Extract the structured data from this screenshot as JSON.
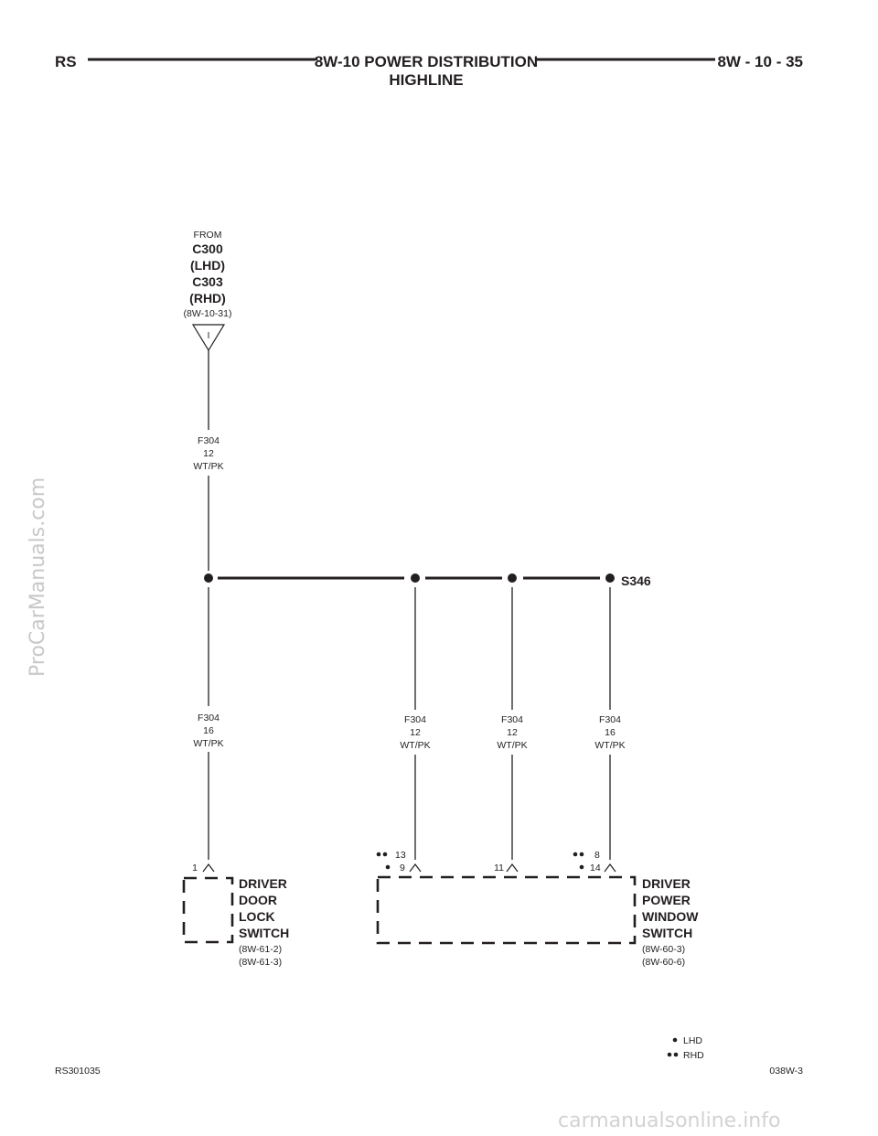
{
  "header": {
    "left": "RS",
    "title_line1": "8W-10 POWER DISTRIBUTION",
    "title_line2": "HIGHLINE",
    "right": "8W - 10 - 35"
  },
  "source": {
    "from": "FROM",
    "line1": "C300",
    "line2": "(LHD)",
    "line3": "C303",
    "line4": "(RHD)",
    "ref": "(8W-10-31)",
    "pin": "I"
  },
  "wires": {
    "top": {
      "circuit": "F304",
      "gauge": "12",
      "color": "WT/PK"
    },
    "w1": {
      "circuit": "F304",
      "gauge": "16",
      "color": "WT/PK"
    },
    "w2": {
      "circuit": "F304",
      "gauge": "12",
      "color": "WT/PK"
    },
    "w3": {
      "circuit": "F304",
      "gauge": "12",
      "color": "WT/PK"
    },
    "w4": {
      "circuit": "F304",
      "gauge": "16",
      "color": "WT/PK"
    }
  },
  "splice": {
    "label": "S346"
  },
  "pins": {
    "door_lock": "1",
    "w2_rhd": "13",
    "w2_lhd": "9",
    "w3": "11",
    "w4_rhd": "8",
    "w4_lhd": "14"
  },
  "components": {
    "door_lock": {
      "l1": "DRIVER",
      "l2": "DOOR",
      "l3": "LOCK",
      "l4": "SWITCH",
      "ref1": "(8W-61-2)",
      "ref2": "(8W-61-3)"
    },
    "window": {
      "l1": "DRIVER",
      "l2": "POWER",
      "l3": "WINDOW",
      "l4": "SWITCH",
      "ref1": "(8W-60-3)",
      "ref2": "(8W-60-6)"
    }
  },
  "legend": {
    "lhd": "LHD",
    "rhd": "RHD"
  },
  "footer": {
    "left": "RS301035",
    "right": "038W-3"
  },
  "watermark": "ProCarManuals.com",
  "site_footer": "carmanualsonline.info"
}
